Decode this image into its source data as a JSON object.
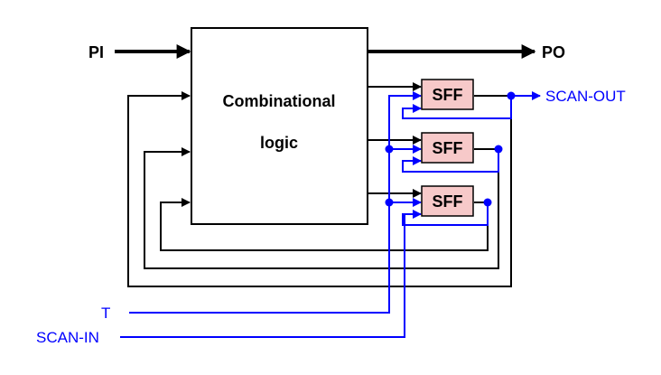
{
  "labels": {
    "pi": "PI",
    "po": "PO",
    "scan_out": "SCAN-OUT",
    "t": "T",
    "scan_in": "SCAN-IN"
  },
  "logic_block": {
    "line1": "Combinational",
    "line2": "logic"
  },
  "flip_flops": [
    {
      "label": "SFF"
    },
    {
      "label": "SFF"
    },
    {
      "label": "SFF"
    }
  ],
  "colors": {
    "black_wire": "#000000",
    "scan_wire": "#0000ff",
    "sff_fill": "#f7c9c9"
  }
}
